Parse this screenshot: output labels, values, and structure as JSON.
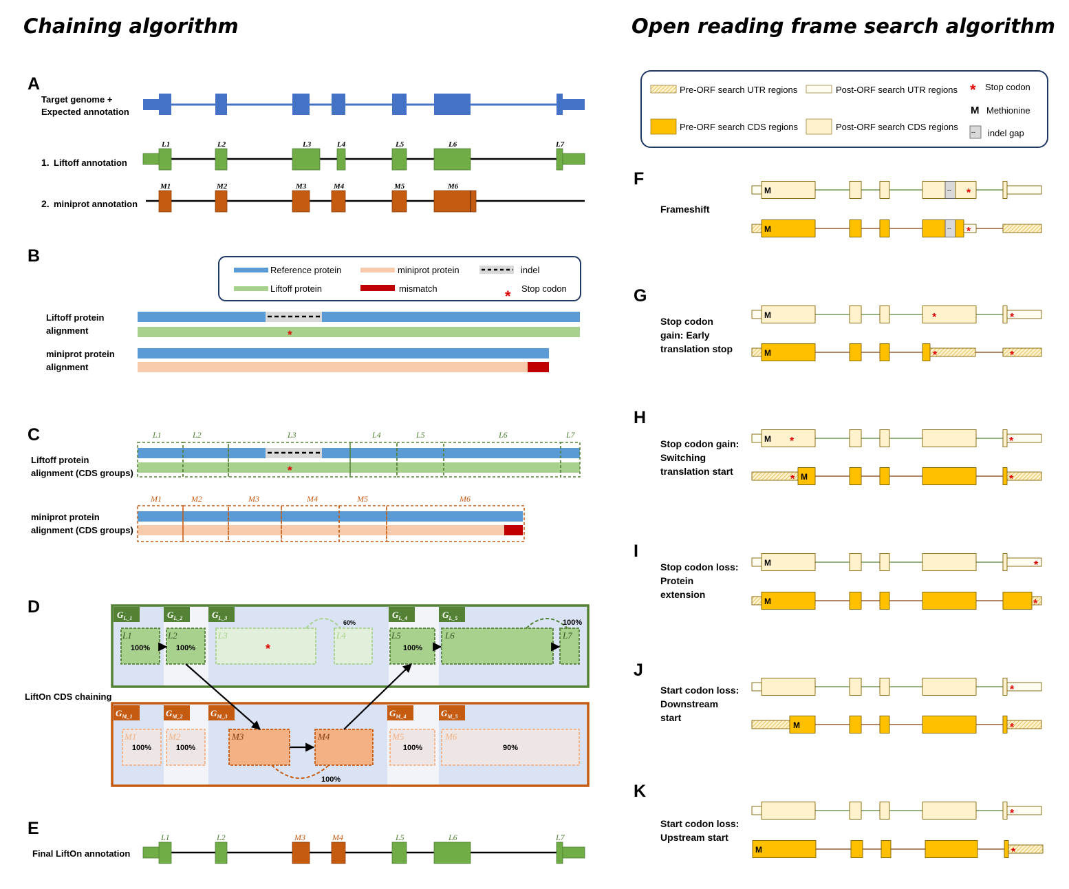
{
  "titles": {
    "left": "Chaining algorithm",
    "right": "Open reading frame search algorithm"
  },
  "panel_letters": [
    "A",
    "B",
    "C",
    "D",
    "E",
    "F",
    "G",
    "H",
    "I",
    "J",
    "K"
  ],
  "A": {
    "label_target": [
      "Target genome +",
      "Expected annotation"
    ],
    "label_liftoff_num": "1.",
    "label_liftoff": "Liftoff annotation",
    "label_miniprot_num": "2.",
    "label_miniprot": "miniprot annotation",
    "exon_labels_L": [
      "L1",
      "L2",
      "L3",
      "L4",
      "L5",
      "L6",
      "L7"
    ],
    "exon_labels_M": [
      "M1",
      "M2",
      "M3",
      "M4",
      "M5",
      "M6"
    ]
  },
  "B": {
    "legend": {
      "reference_protein": "Reference protein",
      "miniprot_protein": "miniprot protein",
      "indel": "indel",
      "liftoff_protein": "Liftoff protein",
      "mismatch": "mismatch",
      "stop_codon": "Stop codon"
    },
    "row1": [
      "Liftoff protein",
      "alignment"
    ],
    "row2": [
      "miniprot protein",
      "alignment"
    ]
  },
  "C": {
    "row1": [
      "Liftoff protein",
      "alignment (CDS groups)"
    ],
    "row2": [
      "miniprot protein",
      "alignment (CDS groups)"
    ],
    "L_labels": [
      "L1",
      "L2",
      "L3",
      "L4",
      "L5",
      "L6",
      "L7"
    ],
    "M_labels": [
      "M1",
      "M2",
      "M3",
      "M4",
      "M5",
      "M6"
    ]
  },
  "D": {
    "side_label": "LiftOn CDS chaining",
    "GL_tabs": [
      "1",
      "2",
      "3",
      "4",
      "5"
    ],
    "GM_tabs": [
      "1",
      "2",
      "3",
      "4",
      "5"
    ],
    "L_boxes": [
      {
        "name": "L1",
        "pct": "100%"
      },
      {
        "name": "L2",
        "pct": "100%"
      },
      {
        "name": "L3",
        "pct": ""
      },
      {
        "name": "L4",
        "pct": ""
      },
      {
        "name": "L5",
        "pct": "100%"
      },
      {
        "name": "L6",
        "pct": ""
      },
      {
        "name": "L7",
        "pct": ""
      }
    ],
    "M_boxes": [
      {
        "name": "M1",
        "pct": "100%"
      },
      {
        "name": "M2",
        "pct": "100%"
      },
      {
        "name": "M3",
        "pct": ""
      },
      {
        "name": "M4",
        "pct": ""
      },
      {
        "name": "M5",
        "pct": "100%"
      },
      {
        "name": "M6",
        "pct": "90%"
      }
    ],
    "arc_L3_L4": "60%",
    "arc_L6_L7": "100%",
    "arc_M3_M4": "100%"
  },
  "E": {
    "label": "Final LiftOn annotation",
    "exon_labels": [
      "L1",
      "L2",
      "M3",
      "M4",
      "L5",
      "L6",
      "L7"
    ]
  },
  "orf_legend": {
    "pre_utr": "Pre-ORF search UTR regions",
    "post_utr": "Post-ORF search UTR regions",
    "stop": "Stop codon",
    "methionine_symbol": "M",
    "methionine": "Methionine",
    "pre_cds": "Pre-ORF search CDS regions",
    "post_cds": "Post-ORF search CDS regions",
    "indel_gap": "indel gap",
    "gap_symbol": "--"
  },
  "orf_panels": [
    {
      "letter": "F",
      "label": [
        "Frameshift"
      ]
    },
    {
      "letter": "G",
      "label": [
        "Stop codon",
        "gain: Early",
        "translation stop"
      ]
    },
    {
      "letter": "H",
      "label": [
        "Stop codon gain:",
        "Switching",
        "translation start"
      ]
    },
    {
      "letter": "I",
      "label": [
        "Stop codon loss:",
        "Protein",
        "extension"
      ]
    },
    {
      "letter": "J",
      "label": [
        "Start codon loss:",
        "Downstream",
        "start"
      ]
    },
    {
      "letter": "K",
      "label": [
        "Start codon loss:",
        "Upstream start"
      ]
    }
  ],
  "colors": {
    "blue": "#4472C4",
    "green": "#70AD47",
    "orange": "#C55A11",
    "ref_protein": "#5B9BD5",
    "liftoff_protein": "#A9D18E",
    "miniprot_protein": "#F8CBAD",
    "mismatch": "#C00000",
    "stop": "#E00000",
    "cds_pre": "#FFC000",
    "cds_post": "#FFF2CC",
    "orf_border": "#7F6000",
    "panel_bg": "#DAE3F3",
    "green_dark": "#538135",
    "orange_dark": "#C55A11"
  }
}
